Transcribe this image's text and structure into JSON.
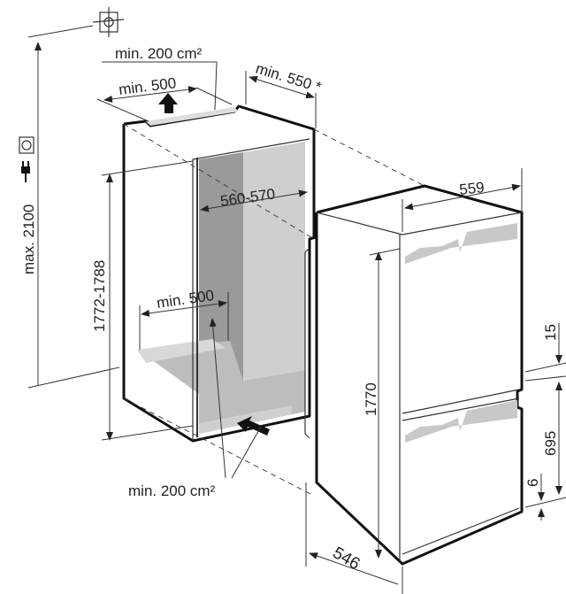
{
  "labels": {
    "top_vent_area": "min. 200 cm²",
    "top_vent_width": "min. 500",
    "depth_clearance": "min. 550 *",
    "niche_width": "560-570",
    "max_height": "max. 2100",
    "niche_height": "1772-1788",
    "bottom_vent_width": "min. 500",
    "bottom_vent_area": "min. 200 cm²",
    "appliance_width": "559",
    "appliance_height": "1770",
    "gap_upper": "15",
    "lower_door_height": "695",
    "gap_lower": "6",
    "appliance_depth": "546"
  },
  "icons": [
    "ceiling-outlet-icon",
    "socket-icon",
    "plug-icon",
    "airflow-arrow-icon"
  ]
}
